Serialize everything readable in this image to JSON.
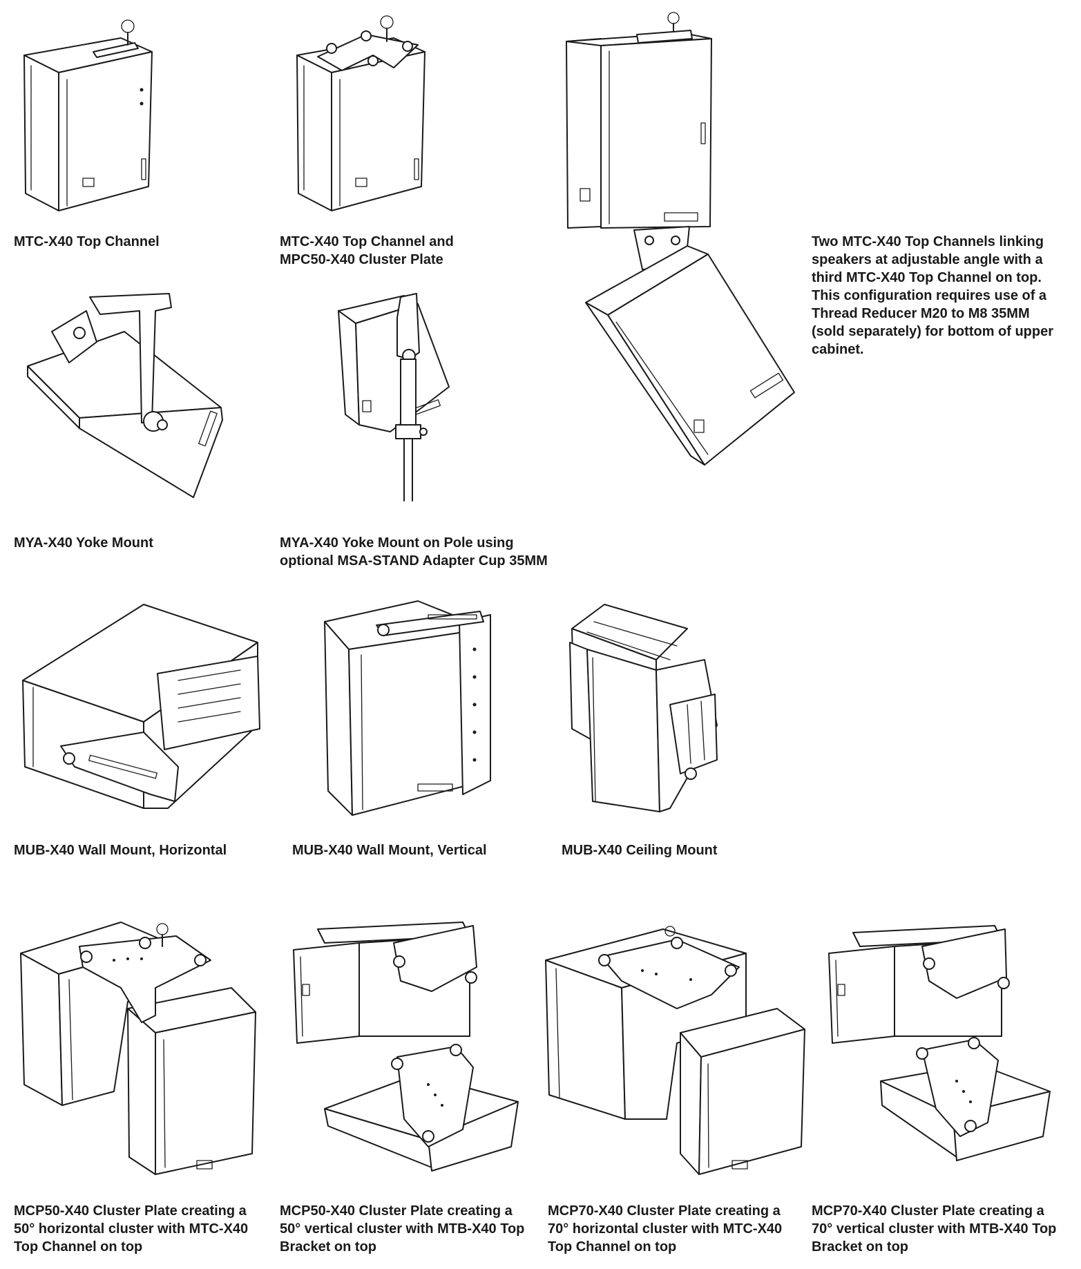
{
  "figures": [
    {
      "id": "mtc-top-channel",
      "caption_lines": [
        "MTC-X40 Top Channel"
      ]
    },
    {
      "id": "mtc-top-channel-cluster-plate",
      "caption_lines": [
        "MTC-X40 Top Channel and",
        "MPC50-X40 Cluster Plate"
      ]
    },
    {
      "id": "two-top-channels-linked",
      "caption_lines": [
        "Two MTC-X40 Top Channels linking",
        "speakers at adjustable angle with a",
        "third MTC-X40 Top Channel on top.",
        "This configuration requires use of a",
        "Thread Reducer M20 to M8 35MM",
        "(sold separately) for bottom of upper",
        "cabinet."
      ]
    },
    {
      "id": "mya-yoke-mount",
      "caption_lines": [
        "MYA-X40 Yoke Mount"
      ]
    },
    {
      "id": "mya-yoke-mount-pole",
      "caption_lines": [
        "MYA-X40 Yoke Mount on Pole using",
        "optional MSA-STAND Adapter Cup 35MM"
      ]
    },
    {
      "id": "mub-wall-horizontal",
      "caption_lines": [
        "MUB-X40 Wall Mount, Horizontal"
      ]
    },
    {
      "id": "mub-wall-vertical",
      "caption_lines": [
        "MUB-X40 Wall Mount, Vertical"
      ]
    },
    {
      "id": "mub-ceiling",
      "caption_lines": [
        "MUB-X40 Ceiling Mount"
      ]
    },
    {
      "id": "mcp50-horizontal",
      "caption_lines": [
        "MCP50-X40 Cluster Plate creating a",
        "50° horizontal cluster with MTC-X40",
        "Top Channel on top"
      ]
    },
    {
      "id": "mcp50-vertical",
      "caption_lines": [
        "MCP50-X40 Cluster Plate creating a",
        "50° vertical cluster with MTB-X40 Top",
        "Bracket on top"
      ]
    },
    {
      "id": "mcp70-horizontal",
      "caption_lines": [
        "MCP70-X40 Cluster Plate creating a",
        "70° horizontal cluster with MTC-X40",
        "Top Channel on top"
      ]
    },
    {
      "id": "mcp70-vertical",
      "caption_lines": [
        "MCP70-X40 Cluster Plate creating a",
        "70° vertical cluster with MTB-X40 Top",
        "Bracket on top"
      ]
    }
  ],
  "colors": {
    "line": "#1a1a1a",
    "background": "#ffffff"
  }
}
